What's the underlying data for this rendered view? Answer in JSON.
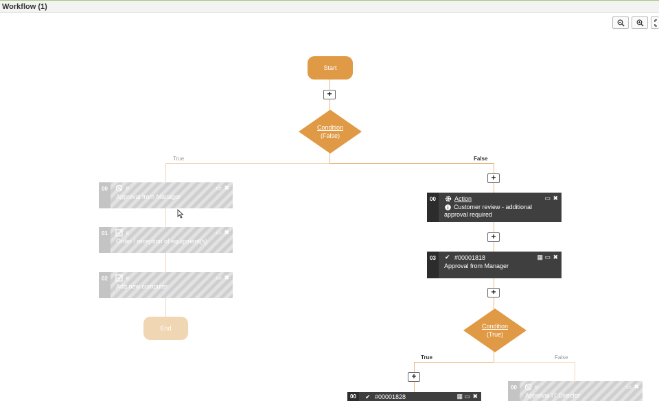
{
  "window": {
    "title": "Workflow (1)"
  },
  "toolbar": [
    {
      "name": "zoom-out-button",
      "icon": "zoom-out-icon"
    },
    {
      "name": "zoom-in-button",
      "icon": "zoom-in-icon"
    },
    {
      "name": "fit-button",
      "icon": "expand-icon"
    }
  ],
  "colors": {
    "accent": "#e09a45",
    "node_dark": "#3f3f3f",
    "connector": "#e9b780",
    "disabled": "#d6d6d6"
  },
  "flow": {
    "start_label": "Start",
    "end_label": "End",
    "condition1": {
      "title": "Condition",
      "value": "(False)",
      "true_label": "True",
      "false_label": "False"
    },
    "condition2": {
      "title": "Condition",
      "value": "(True)",
      "true_label": "True",
      "false_label": "False"
    },
    "left_nodes": [
      {
        "index": "00",
        "head": "#",
        "text": "Approval from Manager",
        "status_icon": "ban-icon"
      },
      {
        "index": "01",
        "head": "#",
        "text": "Order / reception of equipment(s)",
        "status_icon": "checkbox-icon"
      },
      {
        "index": "02",
        "head": "#",
        "text": "Add new computer",
        "status_icon": "checkbox-icon"
      }
    ],
    "action_node": {
      "index": "00",
      "head": "Action",
      "text": "Customer review - additional approval required",
      "status_icon": "gear-icon",
      "info_icon": "info-icon"
    },
    "approval_node": {
      "index": "03",
      "head": "#00001818",
      "text": "Approval from Manager",
      "status_icon": "check-icon"
    },
    "bottom_left_node": {
      "index": "00",
      "head": "#00001828"
    },
    "bottom_right_node": {
      "index": "00",
      "head": "#",
      "text": "Approval IT Director",
      "status_icon": "ban-icon"
    },
    "plus_label": "+"
  }
}
